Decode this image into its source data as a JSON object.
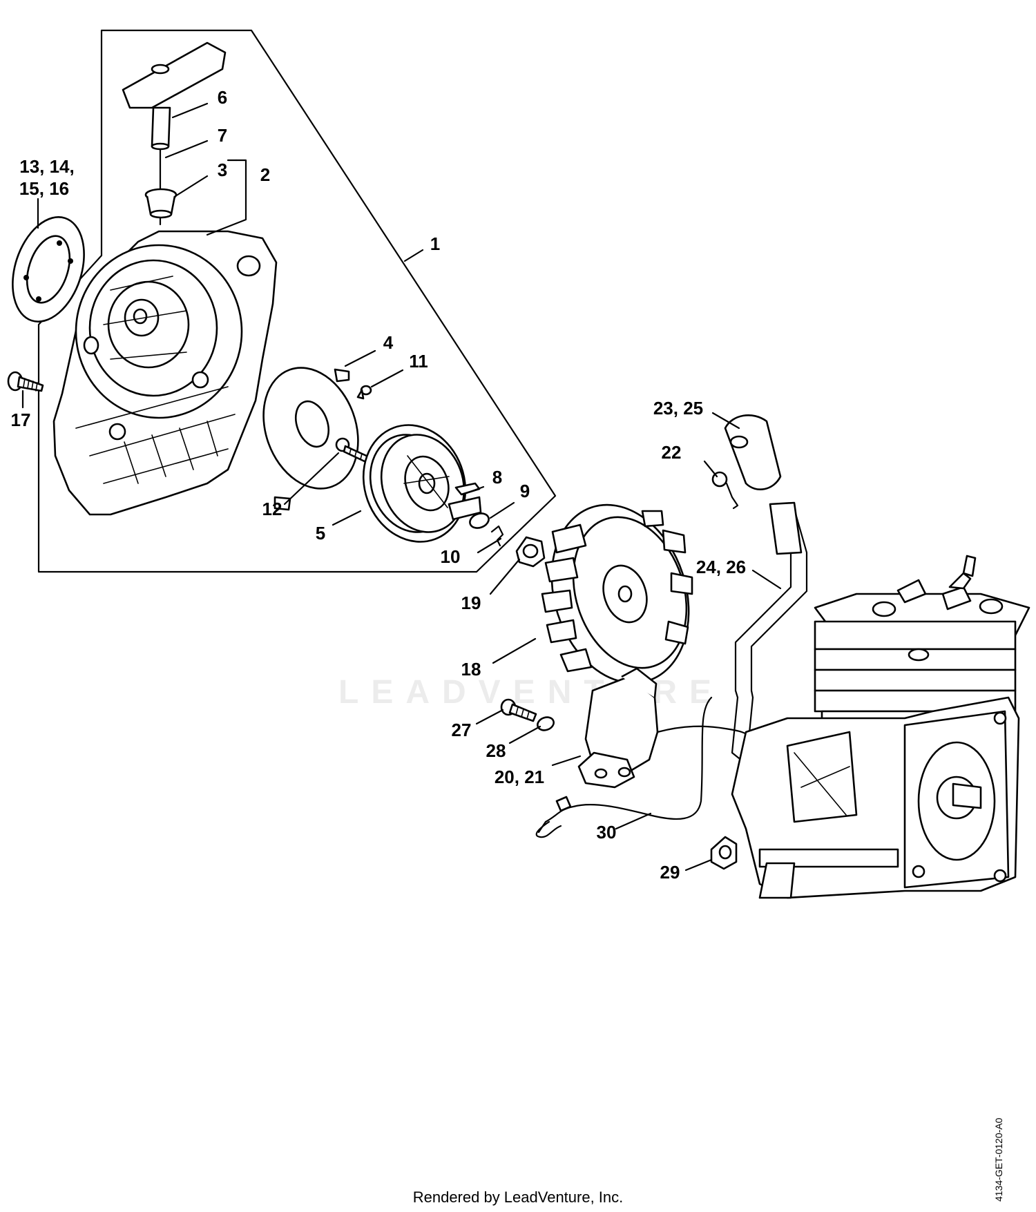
{
  "watermark": "LEADVENTURE",
  "footer": "Rendered by LeadVenture, Inc.",
  "doc_id": "4134-GET-0120-A0",
  "callouts": {
    "c1": "1",
    "c2": "2",
    "c3": "3",
    "c4": "4",
    "c5": "5",
    "c6": "6",
    "c7": "7",
    "c8": "8",
    "c9": "9",
    "c10": "10",
    "c11": "11",
    "c12": "12",
    "c13_14": "13, 14,",
    "c15_16": "15, 16",
    "c17": "17",
    "c18": "18",
    "c19": "19",
    "c20_21": "20, 21",
    "c22": "22",
    "c23_25": "23, 25",
    "c24_26": "24, 26",
    "c27": "27",
    "c28": "28",
    "c29": "29",
    "c30": "30"
  }
}
